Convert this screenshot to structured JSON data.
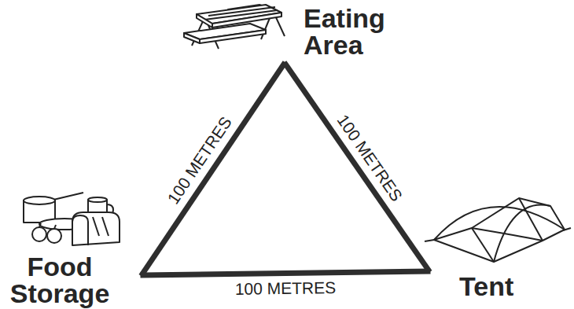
{
  "diagram": {
    "nodes": [
      {
        "text": [
          "Eating Area"
        ]
      },
      {
        "text": [
          "Food Storage"
        ]
      },
      {
        "text": [
          "Tent"
        ]
      }
    ],
    "edges": [
      {
        "from": 0,
        "to": 1,
        "label": "100 METRES",
        "arrow": "none"
      },
      {
        "from": 0,
        "to": 2,
        "label": "100 METRES",
        "arrow": "none"
      },
      {
        "from": 1,
        "to": 2,
        "label": "100 METRES",
        "arrow": "none"
      }
    ]
  }
}
